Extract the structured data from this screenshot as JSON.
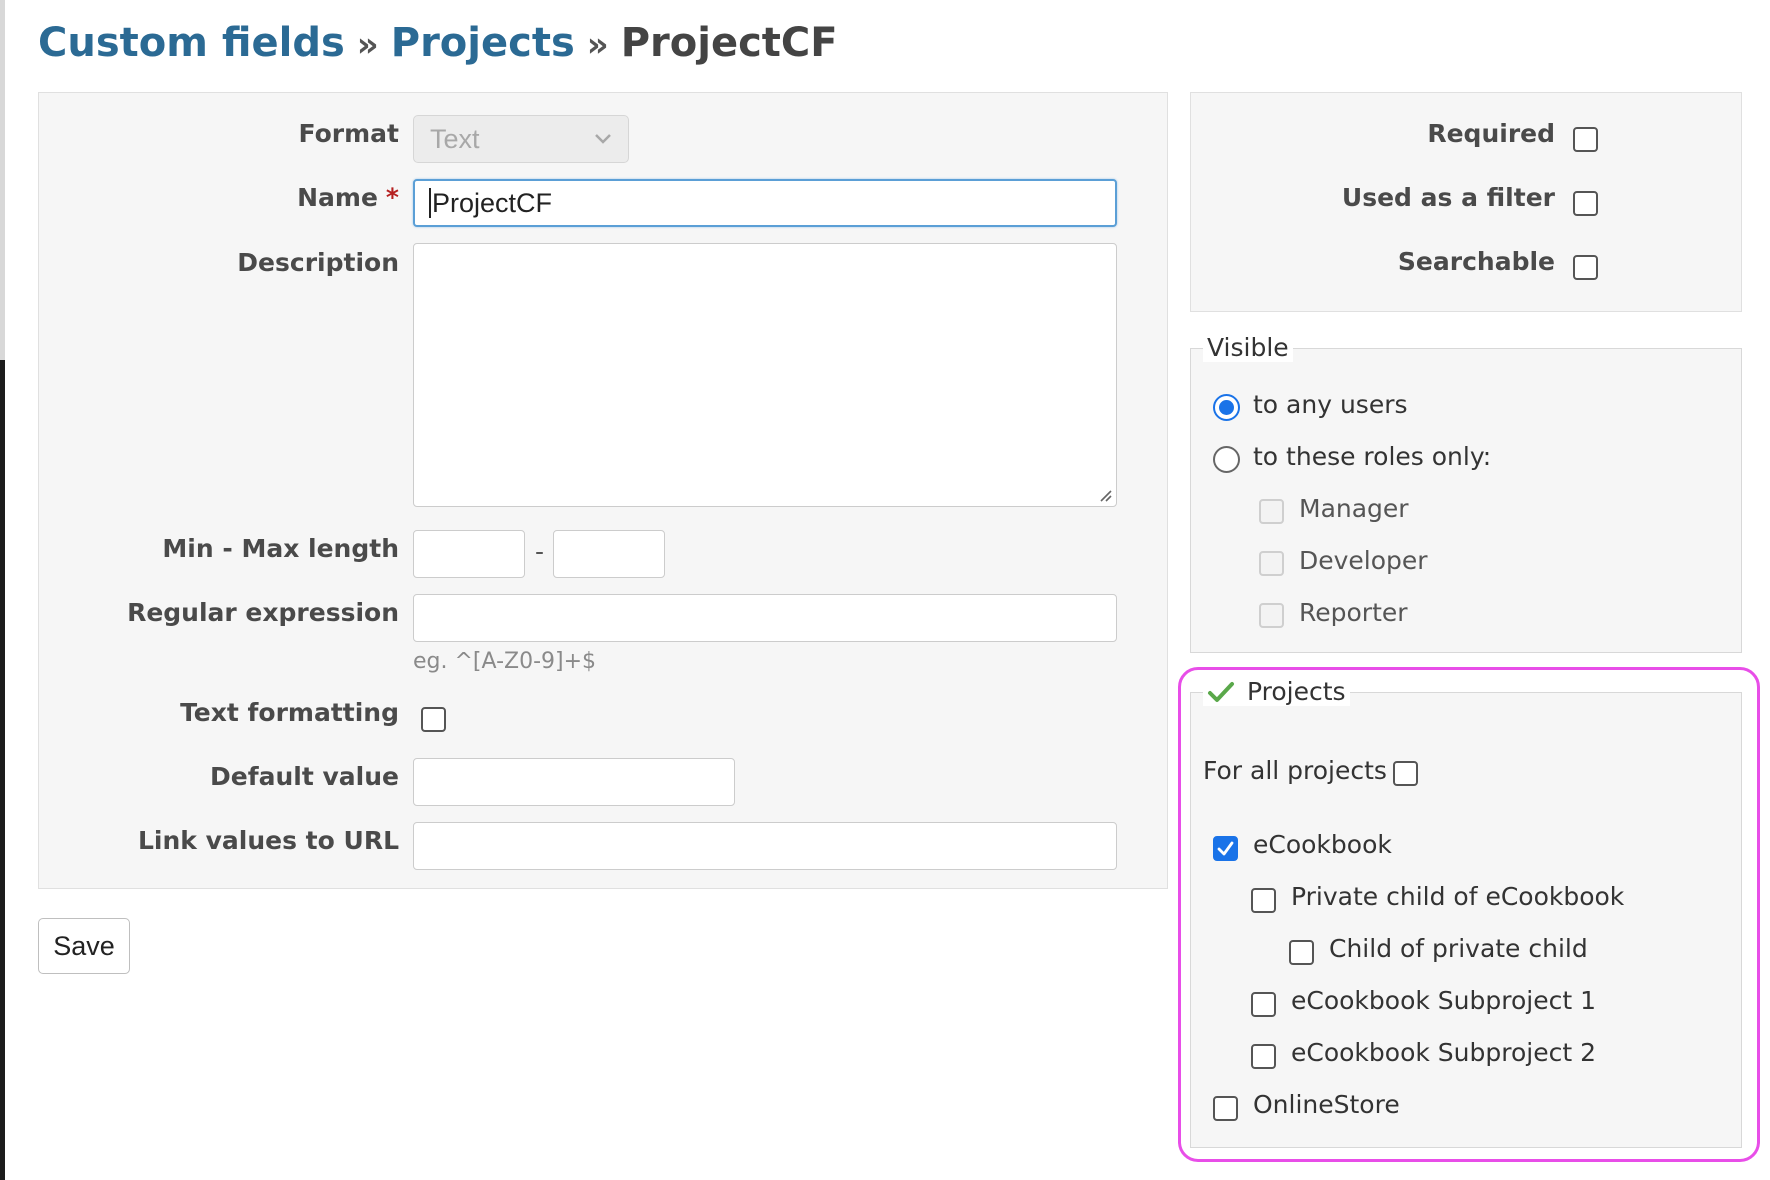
{
  "breadcrumb": {
    "items": [
      "Custom fields",
      "Projects"
    ],
    "separator": "»",
    "current": "ProjectCF"
  },
  "form": {
    "format": {
      "label": "Format",
      "value": "Text"
    },
    "name": {
      "label": "Name",
      "required_mark": "*",
      "value": "ProjectCF"
    },
    "description": {
      "label": "Description",
      "value": ""
    },
    "length": {
      "label": "Min - Max length",
      "separator": "-",
      "min": "",
      "max": ""
    },
    "regexp": {
      "label": "Regular expression",
      "value": "",
      "hint": "eg. ^[A-Z0-9]+$"
    },
    "text_formatting": {
      "label": "Text formatting",
      "checked": false
    },
    "default_value": {
      "label": "Default value",
      "value": ""
    },
    "url_pattern": {
      "label": "Link values to URL",
      "value": ""
    },
    "save_label": "Save"
  },
  "options": {
    "required": {
      "label": "Required",
      "checked": false
    },
    "filter": {
      "label": "Used as a filter",
      "checked": false
    },
    "searchable": {
      "label": "Searchable",
      "checked": false
    }
  },
  "visible": {
    "legend": "Visible",
    "any_users": "to any users",
    "roles_only": "to these roles only:",
    "selected": "any_users",
    "roles": [
      "Manager",
      "Developer",
      "Reporter"
    ]
  },
  "projects": {
    "legend": "Projects",
    "for_all_label": "For all projects",
    "for_all_checked": false,
    "items": [
      {
        "label": "eCookbook",
        "checked": true,
        "level": 0
      },
      {
        "label": "Private child of eCookbook",
        "checked": false,
        "level": 1
      },
      {
        "label": "Child of private child",
        "checked": false,
        "level": 2
      },
      {
        "label": "eCookbook Subproject 1",
        "checked": false,
        "level": 1
      },
      {
        "label": "eCookbook Subproject 2",
        "checked": false,
        "level": 1
      },
      {
        "label": "OnlineStore",
        "checked": false,
        "level": 0
      }
    ]
  },
  "colors": {
    "link": "#2b6a94",
    "accent": "#1a73e8",
    "required": "#b52020",
    "highlight": "#e84ee8",
    "check_icon": "#5aa84a"
  },
  "icons": {
    "breadcrumb_separator": "double-chevron",
    "select_arrow": "chevron-down-icon",
    "projects_legend": "check-mark-icon"
  }
}
